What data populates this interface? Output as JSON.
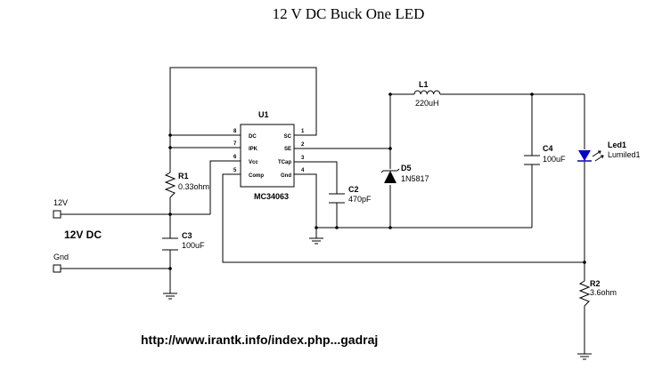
{
  "title": "12 V DC Buck One LED",
  "footer_url": "http://www.irantk.info/index.php...gadraj",
  "input_label": "12V DC",
  "ports": {
    "vin": "12V",
    "gnd": "Gnd"
  },
  "ic": {
    "ref": "U1",
    "part": "MC34063",
    "pins_left": [
      {
        "num": "8",
        "name": "DC"
      },
      {
        "num": "7",
        "name": "IPK"
      },
      {
        "num": "6",
        "name": "Vcc"
      },
      {
        "num": "5",
        "name": "Comp"
      }
    ],
    "pins_right": [
      {
        "num": "1",
        "name": "SC"
      },
      {
        "num": "2",
        "name": "SE"
      },
      {
        "num": "3",
        "name": "TCap"
      },
      {
        "num": "4",
        "name": "Gnd"
      }
    ]
  },
  "components": {
    "r1": {
      "ref": "R1",
      "value": "0.33ohm"
    },
    "r2": {
      "ref": "R2",
      "value": "3.6ohm"
    },
    "c2": {
      "ref": "C2",
      "value": "470pF"
    },
    "c3": {
      "ref": "C3",
      "value": "100uF"
    },
    "c4": {
      "ref": "C4",
      "value": "100uF"
    },
    "l1": {
      "ref": "L1",
      "value": "220uH"
    },
    "d5": {
      "ref": "D5",
      "value": "1N5817"
    },
    "led1": {
      "ref": "Led1",
      "value": "Lumiled1"
    }
  },
  "colors": {
    "led": "#0000cc",
    "wire": "#000000"
  }
}
